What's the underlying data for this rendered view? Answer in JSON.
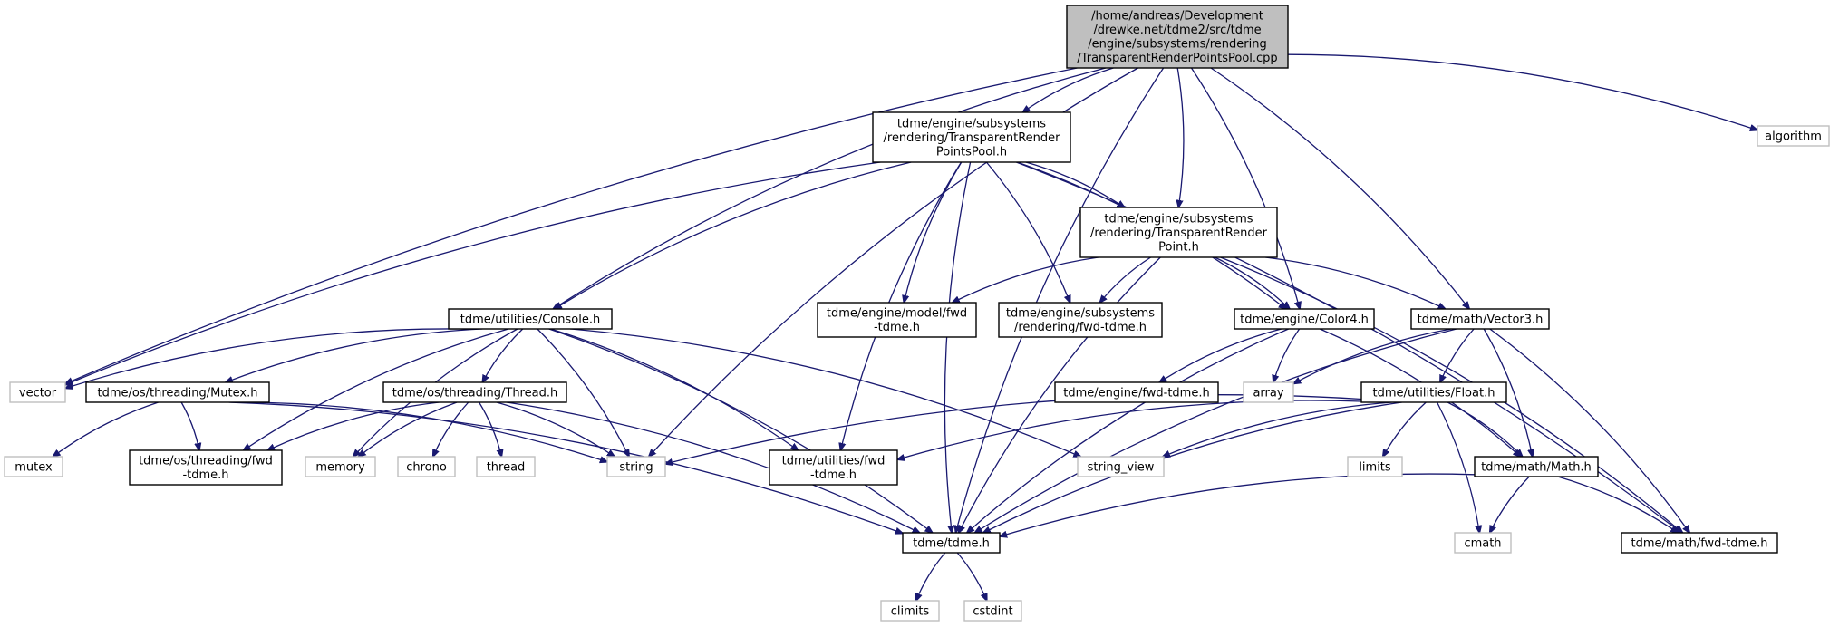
{
  "colors": {
    "edge": "#191970",
    "root_fill": "#bfbfbf",
    "root_stroke": "#000000",
    "node_stroke": "#000000",
    "system_stroke": "#bfbfbf",
    "system_text": "#000000",
    "background": "#ffffff"
  },
  "nodes": [
    {
      "id": "root",
      "kind": "root",
      "lines": [
        "/home/andreas/Development",
        "/drewke.net/tdme2/src/tdme",
        "/engine/subsystems/rendering",
        "/TransparentRenderPointsPool.cpp"
      ]
    },
    {
      "id": "tpp_h",
      "kind": "header",
      "lines": [
        "tdme/engine/subsystems",
        "/rendering/TransparentRender",
        "PointsPool.h"
      ]
    },
    {
      "id": "algorithm",
      "kind": "system",
      "lines": [
        "algorithm"
      ]
    },
    {
      "id": "tp_h",
      "kind": "header",
      "lines": [
        "tdme/engine/subsystems",
        "/rendering/TransparentRender",
        "Point.h"
      ]
    },
    {
      "id": "console",
      "kind": "header",
      "lines": [
        "tdme/utilities/Console.h"
      ]
    },
    {
      "id": "model_fwd",
      "kind": "header",
      "lines": [
        "tdme/engine/model/fwd",
        "-tdme.h"
      ]
    },
    {
      "id": "rend_fwd",
      "kind": "header",
      "lines": [
        "tdme/engine/subsystems",
        "/rendering/fwd-tdme.h"
      ]
    },
    {
      "id": "color4",
      "kind": "header",
      "lines": [
        "tdme/engine/Color4.h"
      ]
    },
    {
      "id": "vector3",
      "kind": "header",
      "lines": [
        "tdme/math/Vector3.h"
      ]
    },
    {
      "id": "vector",
      "kind": "system",
      "lines": [
        "vector"
      ]
    },
    {
      "id": "mutex_h",
      "kind": "header",
      "lines": [
        "tdme/os/threading/Mutex.h"
      ]
    },
    {
      "id": "thread_h",
      "kind": "header",
      "lines": [
        "tdme/os/threading/Thread.h"
      ]
    },
    {
      "id": "engine_fwd",
      "kind": "header",
      "lines": [
        "tdme/engine/fwd-tdme.h"
      ]
    },
    {
      "id": "array",
      "kind": "system",
      "lines": [
        "array"
      ]
    },
    {
      "id": "float_h",
      "kind": "header",
      "lines": [
        "tdme/utilities/Float.h"
      ]
    },
    {
      "id": "mutex",
      "kind": "system",
      "lines": [
        "mutex"
      ]
    },
    {
      "id": "threading_fwd",
      "kind": "header",
      "lines": [
        "tdme/os/threading/fwd",
        "-tdme.h"
      ]
    },
    {
      "id": "memory",
      "kind": "system",
      "lines": [
        "memory"
      ]
    },
    {
      "id": "chrono",
      "kind": "system",
      "lines": [
        "chrono"
      ]
    },
    {
      "id": "thread",
      "kind": "system",
      "lines": [
        "thread"
      ]
    },
    {
      "id": "string",
      "kind": "system",
      "lines": [
        "string"
      ]
    },
    {
      "id": "util_fwd",
      "kind": "header",
      "lines": [
        "tdme/utilities/fwd",
        "-tdme.h"
      ]
    },
    {
      "id": "string_view",
      "kind": "system",
      "lines": [
        "string_view"
      ]
    },
    {
      "id": "limits",
      "kind": "system",
      "lines": [
        "limits"
      ]
    },
    {
      "id": "math_h",
      "kind": "header",
      "lines": [
        "tdme/math/Math.h"
      ]
    },
    {
      "id": "tdme_h",
      "kind": "header",
      "lines": [
        "tdme/tdme.h"
      ]
    },
    {
      "id": "cmath",
      "kind": "system",
      "lines": [
        "cmath"
      ]
    },
    {
      "id": "math_fwd",
      "kind": "header",
      "lines": [
        "tdme/math/fwd-tdme.h"
      ]
    },
    {
      "id": "climits",
      "kind": "system",
      "lines": [
        "climits"
      ]
    },
    {
      "id": "cstdint",
      "kind": "system",
      "lines": [
        "cstdint"
      ]
    }
  ],
  "edges": [
    [
      "root",
      "tpp_h"
    ],
    [
      "root",
      "algorithm"
    ],
    [
      "root",
      "tp_h"
    ],
    [
      "root",
      "console"
    ],
    [
      "root",
      "color4"
    ],
    [
      "root",
      "vector3"
    ],
    [
      "root",
      "vector"
    ],
    [
      "root",
      "string"
    ],
    [
      "root",
      "tdme_h"
    ],
    [
      "tpp_h",
      "tp_h"
    ],
    [
      "tpp_h",
      "console"
    ],
    [
      "tpp_h",
      "model_fwd"
    ],
    [
      "tpp_h",
      "rend_fwd"
    ],
    [
      "tpp_h",
      "color4"
    ],
    [
      "tpp_h",
      "vector"
    ],
    [
      "tpp_h",
      "util_fwd"
    ],
    [
      "tpp_h",
      "tdme_h"
    ],
    [
      "tpp_h",
      "math_fwd"
    ],
    [
      "tp_h",
      "model_fwd"
    ],
    [
      "tp_h",
      "rend_fwd"
    ],
    [
      "tp_h",
      "color4"
    ],
    [
      "tp_h",
      "vector3"
    ],
    [
      "tp_h",
      "tdme_h"
    ],
    [
      "tp_h",
      "math_fwd"
    ],
    [
      "console",
      "vector"
    ],
    [
      "console",
      "mutex_h"
    ],
    [
      "console",
      "thread_h"
    ],
    [
      "console",
      "threading_fwd"
    ],
    [
      "console",
      "memory"
    ],
    [
      "console",
      "string"
    ],
    [
      "console",
      "util_fwd"
    ],
    [
      "console",
      "string_view"
    ],
    [
      "console",
      "tdme_h"
    ],
    [
      "color4",
      "engine_fwd"
    ],
    [
      "color4",
      "array"
    ],
    [
      "color4",
      "math_h"
    ],
    [
      "color4",
      "tdme_h"
    ],
    [
      "vector3",
      "array"
    ],
    [
      "vector3",
      "float_h"
    ],
    [
      "vector3",
      "math_h"
    ],
    [
      "vector3",
      "tdme_h"
    ],
    [
      "vector3",
      "math_fwd"
    ],
    [
      "mutex_h",
      "mutex"
    ],
    [
      "mutex_h",
      "threading_fwd"
    ],
    [
      "mutex_h",
      "string"
    ],
    [
      "mutex_h",
      "tdme_h"
    ],
    [
      "thread_h",
      "threading_fwd"
    ],
    [
      "thread_h",
      "memory"
    ],
    [
      "thread_h",
      "chrono"
    ],
    [
      "thread_h",
      "thread"
    ],
    [
      "thread_h",
      "string"
    ],
    [
      "thread_h",
      "tdme_h"
    ],
    [
      "float_h",
      "string"
    ],
    [
      "float_h",
      "util_fwd"
    ],
    [
      "float_h",
      "string_view"
    ],
    [
      "float_h",
      "limits"
    ],
    [
      "float_h",
      "math_h"
    ],
    [
      "float_h",
      "cmath"
    ],
    [
      "float_h",
      "tdme_h"
    ],
    [
      "math_h",
      "cmath"
    ],
    [
      "math_h",
      "tdme_h"
    ],
    [
      "math_h",
      "math_fwd"
    ],
    [
      "tdme_h",
      "climits"
    ],
    [
      "tdme_h",
      "cstdint"
    ]
  ]
}
